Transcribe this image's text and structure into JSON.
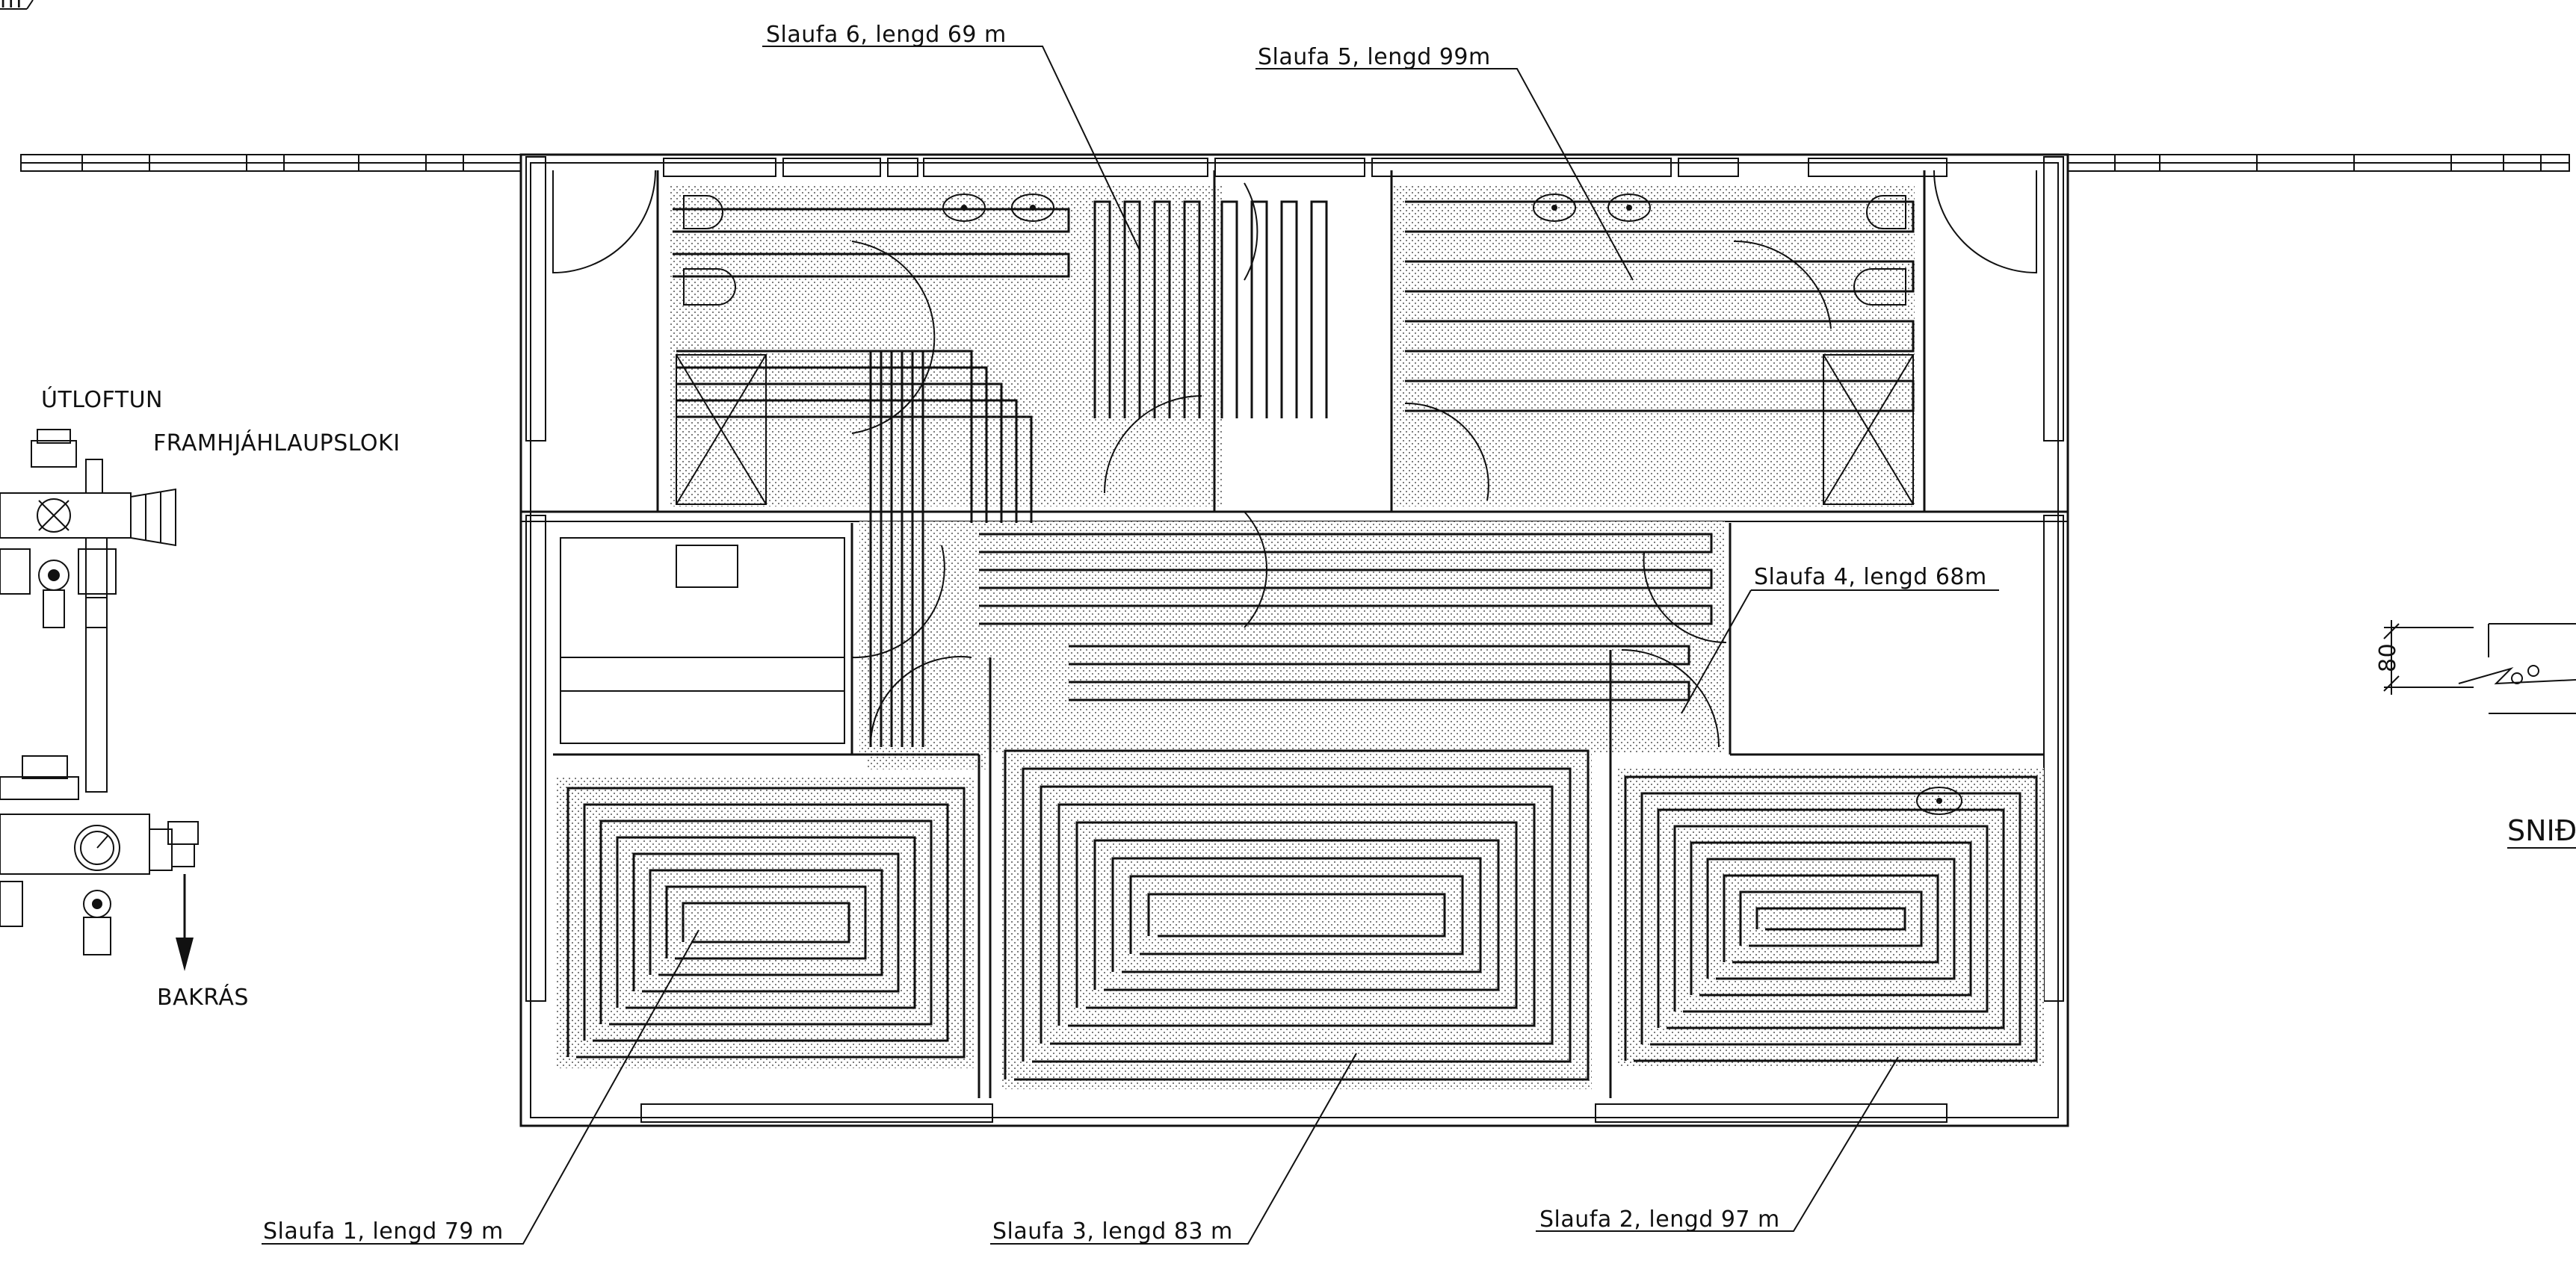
{
  "labels": {
    "corner_fragment": "m",
    "loop_6": "Slaufa 6, lengd 69 m",
    "loop_5": "Slaufa 5, lengd 99m",
    "loop_4": "Slaufa 4, lengd 68m",
    "loop_1": "Slaufa 1, lengd 79 m",
    "loop_3": "Slaufa 3, lengd 83 m",
    "loop_2": "Slaufa 2, lengd 97 m",
    "vent": "ÚTLOFTUN",
    "bypass_valve": "FRAMHJÁHLAUPSLOKI",
    "return": "BAKRÁS",
    "section": "SNIÐ",
    "dimension": "80"
  }
}
